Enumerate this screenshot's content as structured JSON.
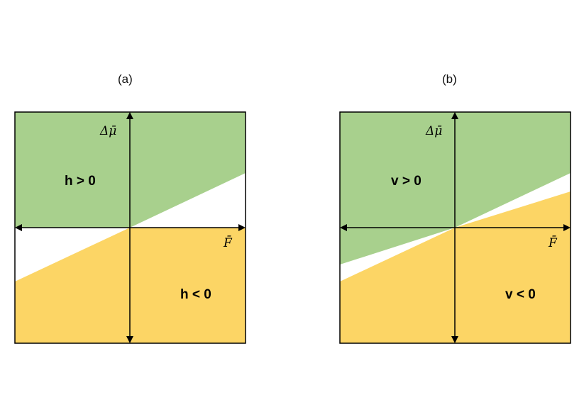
{
  "panels": [
    {
      "label": "(a)",
      "y_axis_label": "Δμ̄",
      "x_axis_label": "F̄",
      "upper_region_label": "h > 0",
      "lower_region_label": "h < 0"
    },
    {
      "label": "(b)",
      "y_axis_label": "Δμ̄",
      "x_axis_label": "F̄",
      "upper_region_label": "v > 0",
      "lower_region_label": "v < 0"
    }
  ],
  "colors": {
    "positive_region": "#a8d08d",
    "negative_region": "#fcd565",
    "border": "#000000"
  }
}
